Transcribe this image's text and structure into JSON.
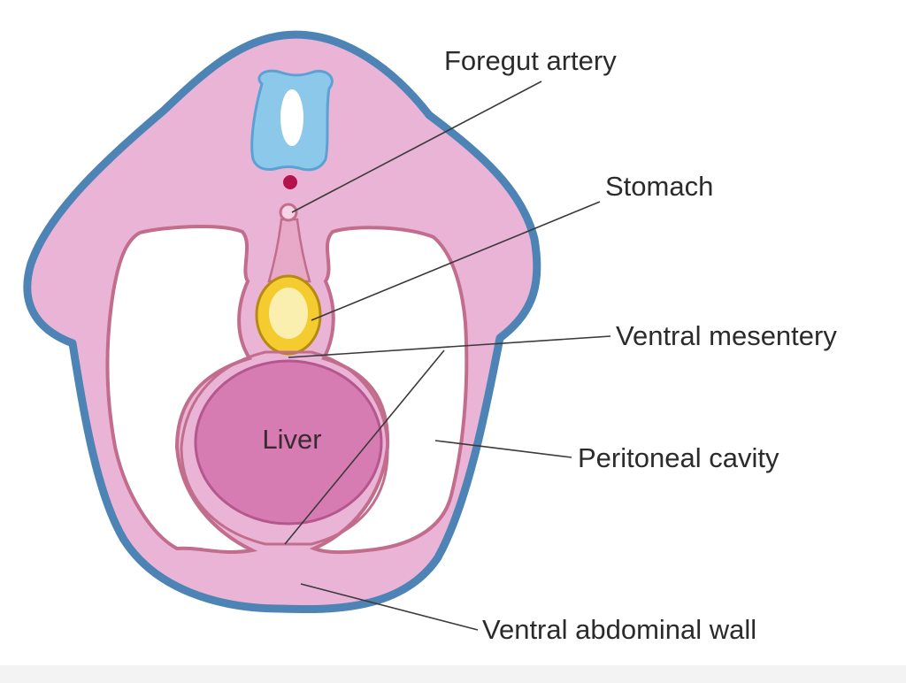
{
  "labels": {
    "foregut_artery": "Foregut artery",
    "stomach": "Stomach",
    "ventral_mesentery": "Ventral mesentery",
    "peritoneal_cavity": "Peritoneal cavity",
    "ventral_abdominal_wall": "Ventral abdominal wall",
    "liver": "Liver"
  },
  "colors": {
    "body_fill": "#eab4d6",
    "body_outline": "#4d84b5",
    "neural_tube": "#8cc8ea",
    "neural_tube_outline": "#5aa2d3",
    "aorta": "#b4124a",
    "membrane": "#c26d8c",
    "cavity": "#ffffff",
    "stomach_wall": "#f4cc2f",
    "stomach_wall_outline": "#b68a12",
    "stomach_lumen": "#fbefb0",
    "liver": "#d77cb3",
    "liver_outline": "#b5578e",
    "background": "#ffffff"
  }
}
